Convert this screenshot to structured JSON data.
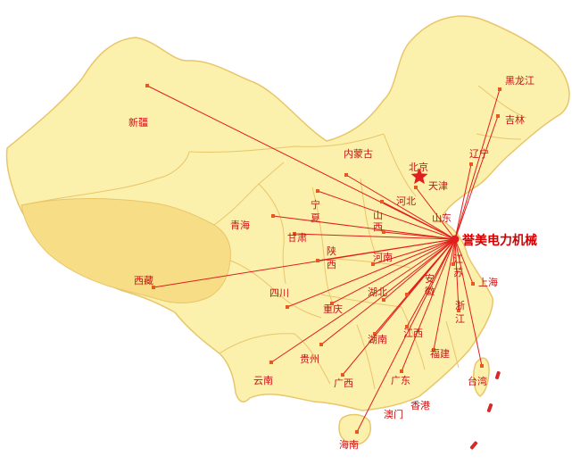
{
  "map": {
    "hub": {
      "name": "誉美电力机械"
    },
    "colors": {
      "land": "#fcf0ad",
      "tibet": "#f7dd85",
      "sea": "#ffffff",
      "border": "#e8c66a",
      "line": "#e11d1d",
      "dot": "#e85a1c",
      "label": "#c81414"
    },
    "capital_marker": "star-icon",
    "regions": [
      {
        "name": "新疆"
      },
      {
        "name": "西藏"
      },
      {
        "name": "青海"
      },
      {
        "name": "甘肃"
      },
      {
        "name": "宁"
      },
      {
        "name": "夏"
      },
      {
        "name": "内蒙古"
      },
      {
        "name": "北京"
      },
      {
        "name": "天津"
      },
      {
        "name": "河北"
      },
      {
        "name": "山"
      },
      {
        "name": "西"
      },
      {
        "name": "山东"
      },
      {
        "name": "陕"
      },
      {
        "name": "西"
      },
      {
        "name": "河南"
      },
      {
        "name": "四川"
      },
      {
        "name": "重庆"
      },
      {
        "name": "湖北"
      },
      {
        "name": "安"
      },
      {
        "name": "徽"
      },
      {
        "name": "江"
      },
      {
        "name": "苏"
      },
      {
        "name": "上海"
      },
      {
        "name": "浙"
      },
      {
        "name": "江"
      },
      {
        "name": "湖南"
      },
      {
        "name": "江西"
      },
      {
        "name": "贵州"
      },
      {
        "name": "云南"
      },
      {
        "name": "广西"
      },
      {
        "name": "广东"
      },
      {
        "name": "福建"
      },
      {
        "name": "台湾"
      },
      {
        "name": "香港"
      },
      {
        "name": "澳门"
      },
      {
        "name": "海南"
      },
      {
        "name": "辽宁"
      },
      {
        "name": "吉林"
      },
      {
        "name": "黑龙江"
      }
    ]
  }
}
